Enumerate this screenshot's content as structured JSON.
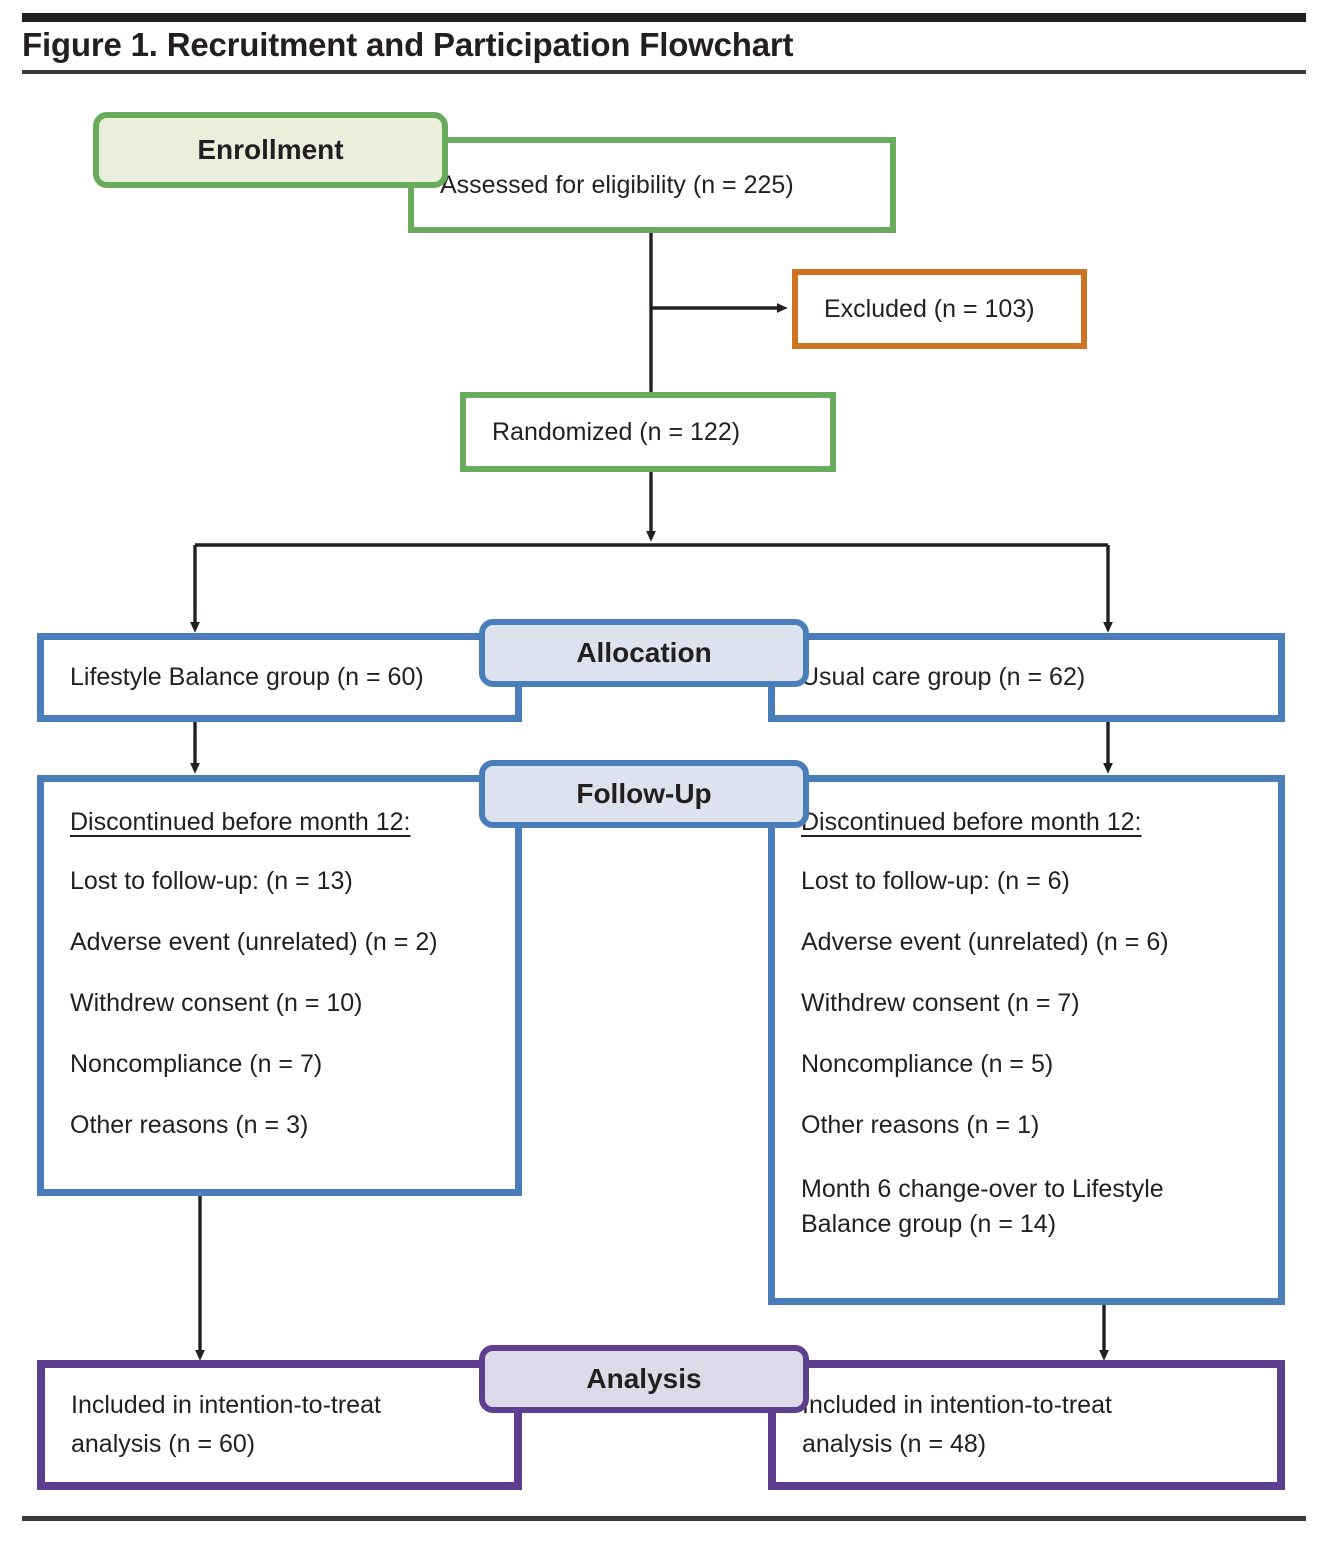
{
  "figure": {
    "title": "Figure 1. Recruitment and Participation Flowchart"
  },
  "stages": {
    "enrollment": "Enrollment",
    "allocation": "Allocation",
    "followup": "Follow-Up",
    "analysis": "Analysis"
  },
  "enrollment": {
    "assessed": "Assessed for eligibility (n = 225)",
    "excluded": "Excluded (n = 103)",
    "randomized": "Randomized (n = 122)"
  },
  "allocation": {
    "left": "Lifestyle Balance group (n = 60)",
    "right": "Usual care group (n = 62)"
  },
  "followup": {
    "left": {
      "head": "Discontinued before month 12:",
      "items": [
        "Lost to follow-up: (n = 13)",
        "Adverse event (unrelated) (n = 2)",
        "Withdrew consent (n = 10)",
        "Noncompliance (n = 7)",
        "Other reasons (n = 3)"
      ]
    },
    "right": {
      "head": "Discontinued before month 12:",
      "items": [
        "Lost to follow-up: (n = 6)",
        "Adverse event (unrelated) (n = 6)",
        "Withdrew consent (n = 7)",
        "Noncompliance (n = 5)",
        "Other reasons (n = 1)",
        "Month 6 change-over to\nLifestyle Balance group (n = 14)"
      ]
    }
  },
  "analysis": {
    "left": "Included in intention-to-treat\nanalysis (n = 60)",
    "right": "Included in intention-to-treat\nanalysis (n = 48)"
  },
  "colors": {
    "green": "#6bab5d",
    "green_fill": "#eaefdc",
    "orange": "#cd7322",
    "blue": "#4a7ebb",
    "blue_fill": "#dce3ef",
    "purple": "#5e3e8f",
    "purple_fill": "#ded9e8",
    "ink": "#231f20",
    "paper": "#ffffff"
  },
  "chart_data": {
    "type": "diagram",
    "title": "Figure 1. Recruitment and Participation Flowchart",
    "nodes": [
      {
        "id": "assessed",
        "stage": "Enrollment",
        "label": "Assessed for eligibility (n = 225)",
        "n": 225
      },
      {
        "id": "excluded",
        "stage": "Enrollment",
        "label": "Excluded (n = 103)",
        "n": 103
      },
      {
        "id": "randomized",
        "stage": "Enrollment",
        "label": "Randomized (n = 122)",
        "n": 122
      },
      {
        "id": "alloc_left",
        "stage": "Allocation",
        "label": "Lifestyle Balance group (n = 60)",
        "n": 60
      },
      {
        "id": "alloc_right",
        "stage": "Allocation",
        "label": "Usual care group (n = 62)",
        "n": 62
      },
      {
        "id": "fu_left",
        "stage": "Follow-Up",
        "label": "Discontinued before month 12 (Lifestyle Balance)"
      },
      {
        "id": "fu_right",
        "stage": "Follow-Up",
        "label": "Discontinued before month 12 (Usual care)"
      },
      {
        "id": "itt_left",
        "stage": "Analysis",
        "label": "Included in intention-to-treat analysis (n = 60)",
        "n": 60
      },
      {
        "id": "itt_right",
        "stage": "Analysis",
        "label": "Included in intention-to-treat analysis (n = 48)",
        "n": 48
      }
    ],
    "edges": [
      {
        "from": "assessed",
        "to": "excluded"
      },
      {
        "from": "assessed",
        "to": "randomized"
      },
      {
        "from": "randomized",
        "to": "alloc_left"
      },
      {
        "from": "randomized",
        "to": "alloc_right"
      },
      {
        "from": "alloc_left",
        "to": "fu_left"
      },
      {
        "from": "alloc_right",
        "to": "fu_right"
      },
      {
        "from": "fu_left",
        "to": "itt_left"
      },
      {
        "from": "fu_right",
        "to": "itt_right"
      }
    ]
  }
}
